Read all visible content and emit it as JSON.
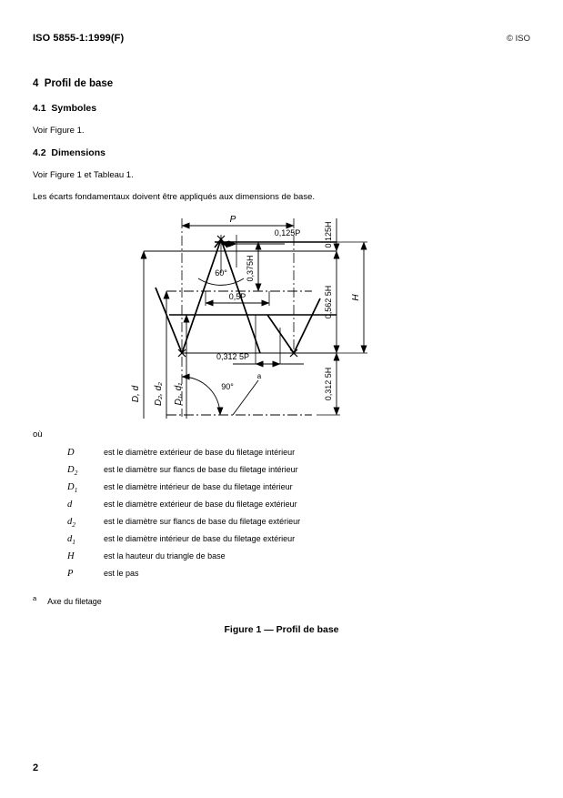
{
  "header": {
    "standard_id": "ISO 5855-1:1999(F)",
    "copyright": "© ISO"
  },
  "clauses": [
    {
      "number_title": "4  Profil de base",
      "level": 1
    },
    {
      "number_title": "4.1  Symboles",
      "level": 2
    },
    {
      "number_title": "4.2  Dimensions",
      "level": 2
    }
  ],
  "paragraphs": {
    "p1": "Voir Figure 1.",
    "p2": "Voir Figure 1 et Tableau 1.",
    "p3": "Les écarts fondamentaux doivent être appliqués aux dimensions de base."
  },
  "legend": {
    "intro": "où",
    "items": [
      {
        "symbol": "D",
        "sub": "",
        "definition": "est le diamètre extérieur de base du filetage intérieur"
      },
      {
        "symbol": "D",
        "sub": "2",
        "definition": "est le diamètre sur flancs de base du filetage intérieur"
      },
      {
        "symbol": "D",
        "sub": "1",
        "definition": "est le diamètre intérieur de base du filetage intérieur"
      },
      {
        "symbol": "d",
        "sub": "",
        "definition": "est le diamètre extérieur de base du filetage extérieur"
      },
      {
        "symbol": "d",
        "sub": "2",
        "definition": "est le diamètre sur flancs de base du filetage extérieur"
      },
      {
        "symbol": "d",
        "sub": "1",
        "definition": "est le diamètre intérieur de base du filetage extérieur"
      },
      {
        "symbol": "H",
        "sub": "",
        "definition": "est la hauteur du triangle de base"
      },
      {
        "symbol": "P",
        "sub": "",
        "definition": "est le pas"
      }
    ]
  },
  "footnote": {
    "marker": "a",
    "text": "Axe du filetage"
  },
  "figure": {
    "caption": "Figure 1 — Profil de base",
    "dimensions": {
      "pitch": "P",
      "eighth_pitch": "0,125P",
      "half_pitch": "0,5P",
      "root_flat_pitch": "0,312 5P",
      "crest_height": "0,125H",
      "thread_height": "0,562 5H",
      "root_height": "0,312 5H",
      "flank_height": "0,375H",
      "triangle_height": "H",
      "flank_angle": "60°",
      "axis_angle": "90°",
      "dia_major": "D, d",
      "dia_pitch": "D₂, d₂",
      "dia_minor": "D₁, d₁",
      "footnote_ref": "a"
    }
  },
  "page_number": "2"
}
